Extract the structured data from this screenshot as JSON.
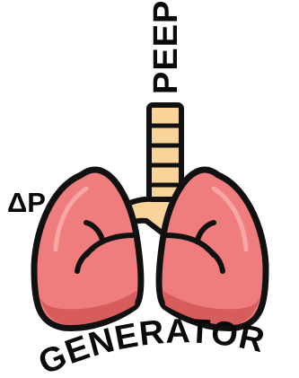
{
  "logo": {
    "vertical_label": "PEEP",
    "side_label": "ΔP",
    "arc_label": "GENERATOR",
    "colors": {
      "outline": "#111111",
      "lung_fill": "#ef7d7d",
      "lung_shadow": "#d75c5c",
      "lung_highlight": "#f7a6a6",
      "trachea_fill": "#f8d39a",
      "trachea_ring": "#e8b46e",
      "text": "#0a0a0a"
    },
    "icon": "lungs-icon"
  }
}
